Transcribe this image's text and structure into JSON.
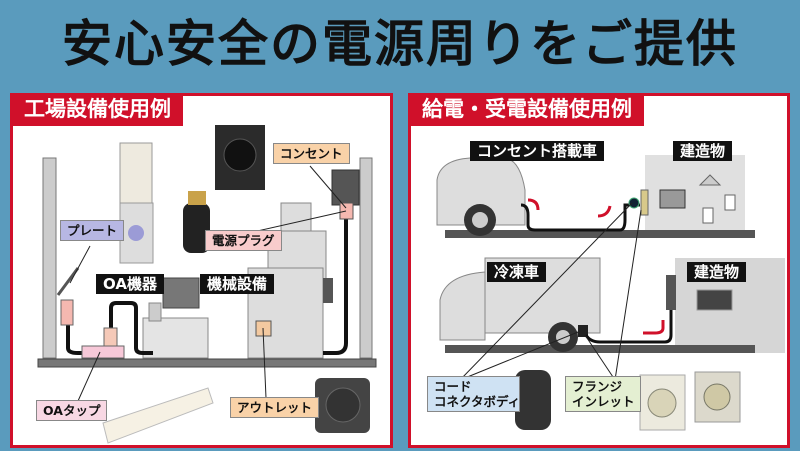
{
  "title": "安心安全の電源周りをご提供",
  "colors": {
    "background": "#5a9bbd",
    "accent": "#d0102a"
  },
  "left_panel": {
    "heading": "工場設備使用例",
    "labels": {
      "plate": "プレート",
      "receptacle": "コンセント",
      "power_plug": "電源プラグ",
      "oa_equipment": "OA機器",
      "machinery": "機械設備",
      "oa_tap": "OAタップ",
      "outlet": "アウトレット"
    }
  },
  "right_panel": {
    "heading": "給電・受電設備使用例",
    "labels": {
      "outlet_vehicle": "コンセント搭載車",
      "building_top": "建造物",
      "refrigerated_truck": "冷凍車",
      "building_bottom": "建造物",
      "cord_connector_line1": "コード",
      "cord_connector_line2": "コネクタボディ",
      "flange_inlet_line1": "フランジ",
      "flange_inlet_line2": "インレット"
    }
  }
}
